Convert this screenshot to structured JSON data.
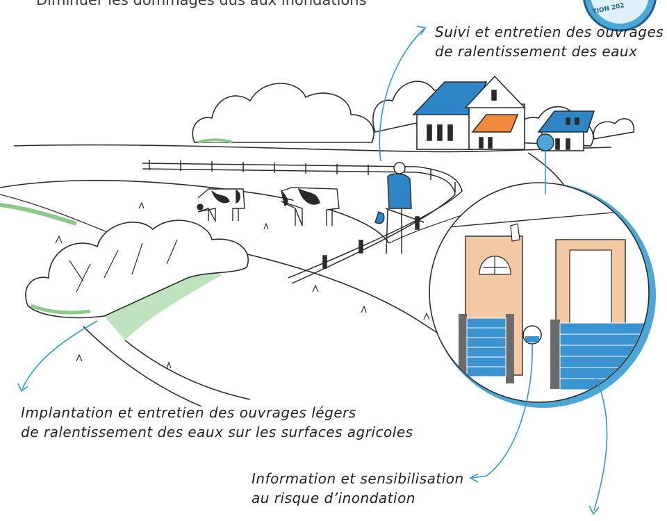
{
  "header": {
    "title": "Diminuer les dommages dus aux inondations"
  },
  "badge": {
    "text": "TION 202"
  },
  "annotations": {
    "suivi": {
      "line1": "Suivi et entretien des ouvrages",
      "line2": "de ralentissement des eaux"
    },
    "implantation": {
      "line1": "Implantation et entretien des ouvrages légers",
      "line2": "de ralentissement des eaux sur les surfaces agricoles"
    },
    "information": {
      "line1": "Information et sensibilisation",
      "line2": "au risque d’inondation"
    }
  },
  "colors": {
    "ink": "#2a2a2a",
    "grass": "#bfe3bf",
    "roof_blue": "#2f86c6",
    "roof_orange": "#f08a3c",
    "door": "#f3c9a3",
    "barrier": "#3b93d0",
    "arrow": "#2a9bc9"
  }
}
